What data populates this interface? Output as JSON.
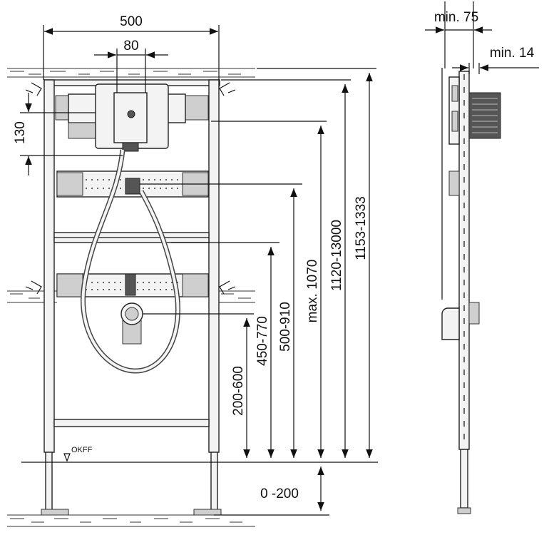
{
  "front_view": {
    "dim_width": "500",
    "dim_inner": "80",
    "dim_valve_height": "130",
    "dim_outlet": "200-600",
    "dim_bar": "450-770",
    "dim_crossbar": "500-910",
    "dim_max_height": "max. 1070",
    "dim_frame_mid": "1120-13000",
    "dim_frame_total": "1153-1333",
    "dim_feet": "0 -200",
    "floor_label": "OKFF"
  },
  "side_view": {
    "dim_min_depth": "min. 75",
    "dim_min_gap": "min. 14"
  }
}
